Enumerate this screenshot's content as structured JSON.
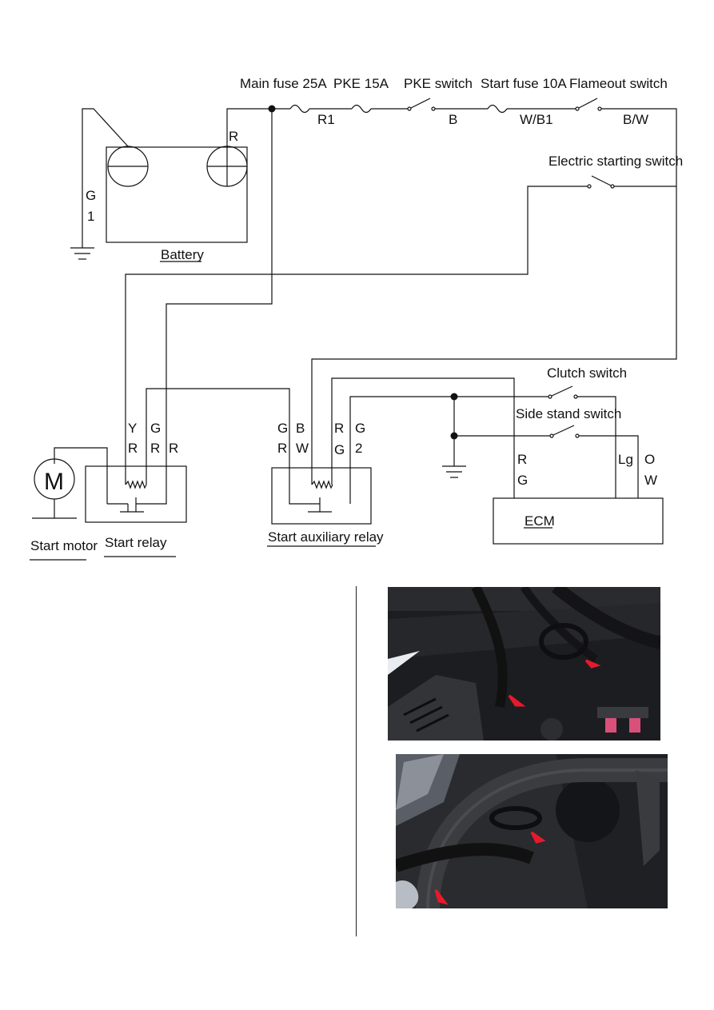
{
  "components": {
    "main_fuse": "Main fuse 25A",
    "pke_fuse": "PKE 15A",
    "pke_switch": "PKE switch",
    "start_fuse": "Start fuse 10A",
    "flameout_switch": "Flameout switch",
    "electric_starting_switch": "Electric starting switch",
    "clutch_switch": "Clutch switch",
    "side_stand_switch": "Side stand switch",
    "battery": "Battery",
    "start_motor": "Start motor",
    "start_relay": "Start relay",
    "start_aux_relay": "Start auxiliary relay",
    "ecm": "ECM",
    "motor_symbol": "M"
  },
  "wires": {
    "battery_neg_1": "G",
    "battery_neg_2": "1",
    "battery_pos": "R",
    "r1": "R1",
    "b": "B",
    "wb1": "W/B1",
    "bw": "B/W",
    "relay_yr_1": "Y",
    "relay_yr_2": "R",
    "relay_gr_1": "G",
    "relay_gr_2": "R",
    "relay_r": "R",
    "aux_gr_1": "G",
    "aux_gr_2": "R",
    "aux_bw_1": "B",
    "aux_bw_2": "W",
    "aux_rg_1": "R",
    "aux_rg_2": "G",
    "aux_g2_1": "G",
    "aux_g2_2": "2",
    "ecm_rg_1": "R",
    "ecm_rg_2": "G",
    "ecm_lg": "Lg",
    "ecm_ow_1": "O",
    "ecm_ow_2": "W"
  },
  "colors": {
    "line": "#111111",
    "arrow": "#e8192c",
    "connector": "#d9507a"
  }
}
